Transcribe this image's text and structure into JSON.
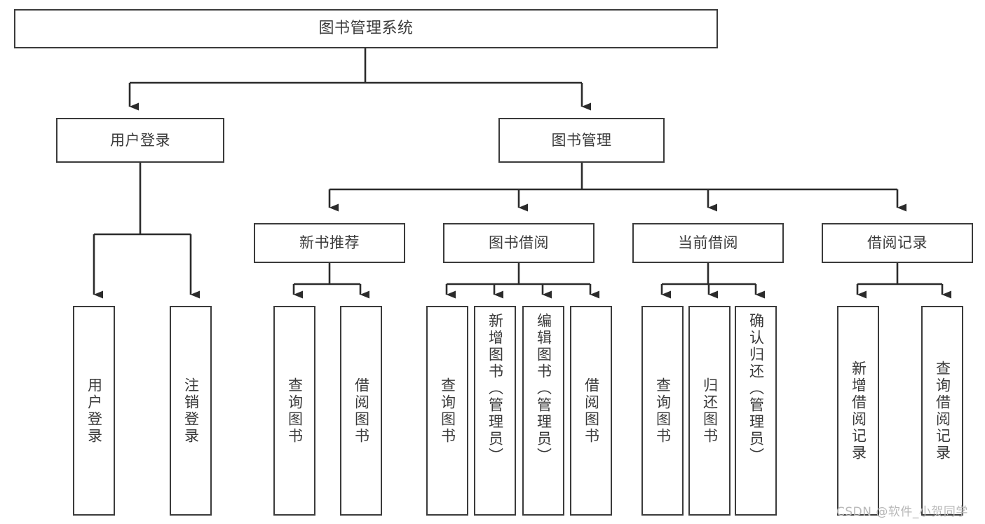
{
  "diagram": {
    "title": "图书管理系统",
    "type": "hierarchy-tree",
    "watermark": "CSDN @软件_小贺同学",
    "colors": {
      "box_border": "#3b3b3b",
      "box_fill": "#ffffff",
      "text": "#3a3a3a",
      "edge": "#2b2b2b",
      "watermark": "#b8b8b8",
      "background": "#ffffff"
    },
    "levels": [
      {
        "level": 0,
        "nodes": [
          {
            "id": "root",
            "label": "图书管理系统",
            "orientation": "horizontal"
          }
        ]
      },
      {
        "level": 1,
        "nodes": [
          {
            "id": "user-login",
            "label": "用户登录",
            "orientation": "horizontal",
            "parent": "root"
          },
          {
            "id": "book-mgmt",
            "label": "图书管理",
            "orientation": "horizontal",
            "parent": "root"
          }
        ]
      },
      {
        "level": 2,
        "nodes": [
          {
            "id": "new-book-rec",
            "label": "新书推荐",
            "orientation": "horizontal",
            "parent": "book-mgmt"
          },
          {
            "id": "book-borrow",
            "label": "图书借阅",
            "orientation": "horizontal",
            "parent": "book-mgmt"
          },
          {
            "id": "current-borrow",
            "label": "当前借阅",
            "orientation": "horizontal",
            "parent": "book-mgmt"
          },
          {
            "id": "borrow-record",
            "label": "借阅记录",
            "orientation": "horizontal",
            "parent": "book-mgmt"
          }
        ]
      },
      {
        "level": 3,
        "nodes": [
          {
            "id": "leaf-user-login",
            "label": "用户登录",
            "orientation": "vertical",
            "parent": "user-login"
          },
          {
            "id": "leaf-user-logout",
            "label": "注销登录",
            "orientation": "vertical",
            "parent": "user-login"
          },
          {
            "id": "leaf-rec-query",
            "label": "查询图书",
            "orientation": "vertical",
            "parent": "new-book-rec"
          },
          {
            "id": "leaf-rec-borrow",
            "label": "借阅图书",
            "orientation": "vertical",
            "parent": "new-book-rec"
          },
          {
            "id": "leaf-borrow-query",
            "label": "查询图书",
            "orientation": "vertical",
            "parent": "book-borrow"
          },
          {
            "id": "leaf-borrow-add",
            "label": "新增图书（管理员）",
            "orientation": "vertical",
            "parent": "book-borrow"
          },
          {
            "id": "leaf-borrow-edit",
            "label": "编辑图书（管理员）",
            "orientation": "vertical",
            "parent": "book-borrow"
          },
          {
            "id": "leaf-borrow-lend",
            "label": "借阅图书",
            "orientation": "vertical",
            "parent": "book-borrow"
          },
          {
            "id": "leaf-cur-query",
            "label": "查询图书",
            "orientation": "vertical",
            "parent": "current-borrow"
          },
          {
            "id": "leaf-cur-return",
            "label": "归还图书",
            "orientation": "vertical",
            "parent": "current-borrow"
          },
          {
            "id": "leaf-cur-confirm",
            "label": "确认归还（管理员）",
            "orientation": "vertical",
            "parent": "current-borrow"
          },
          {
            "id": "leaf-rec-add",
            "label": "新增借阅记录",
            "orientation": "vertical",
            "parent": "borrow-record"
          },
          {
            "id": "leaf-rec-search",
            "label": "查询借阅记录",
            "orientation": "vertical",
            "parent": "borrow-record"
          }
        ]
      }
    ]
  }
}
